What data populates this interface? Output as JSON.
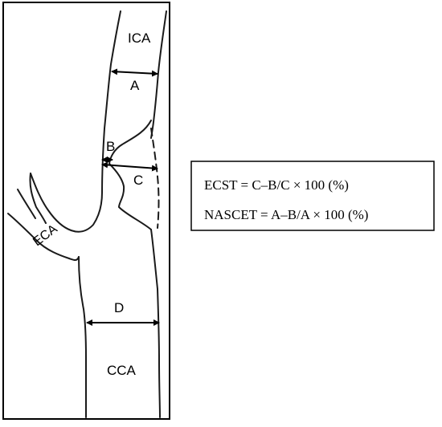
{
  "vessels": {
    "ica": "ICA",
    "eca": "ECA",
    "cca": "CCA"
  },
  "measurements": {
    "a": "A",
    "b": "B",
    "c": "C",
    "d": "D"
  },
  "formulas": {
    "ecst": "ECST = C–B/C × 100 (%)",
    "nascet": "NASCET = A–B/A × 100 (%)"
  }
}
